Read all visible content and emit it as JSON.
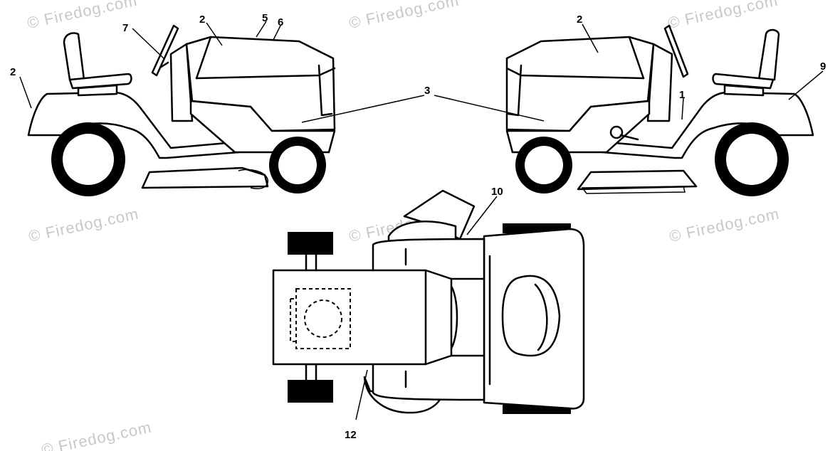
{
  "watermarks": [
    "© Firedog.com",
    "© Firedog.com",
    "© Firedog.com",
    "© Firedog.com",
    "© Firedog.com",
    "© Firedog.com",
    "© Firedog.com"
  ],
  "callouts": {
    "left_seat": "2",
    "left_hood": "2",
    "left_hood_top_a": "5",
    "left_hood_top_b": "6",
    "left_steering": "7",
    "center_side_panels": "3",
    "right_hood": "2",
    "right_dash": "1",
    "right_fender": "9",
    "top_chute": "10",
    "top_deck": "12"
  }
}
